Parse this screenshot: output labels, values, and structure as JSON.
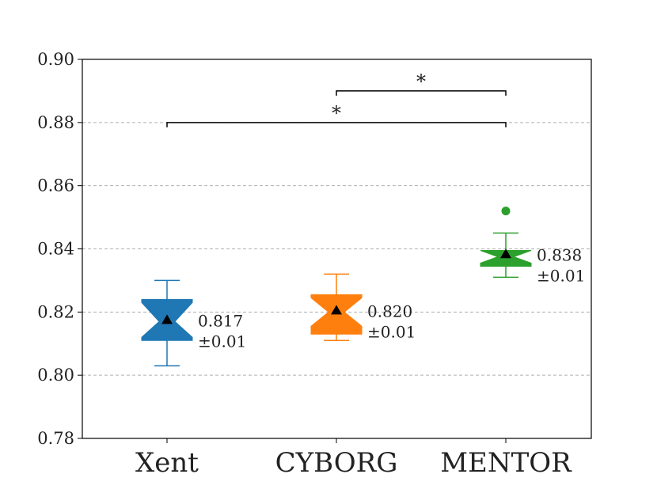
{
  "chart_data": {
    "type": "boxplot",
    "title": "",
    "xlabel": "",
    "ylabel": "",
    "ylim": [
      0.78,
      0.9
    ],
    "yticks": [
      "0.78",
      "0.80",
      "0.82",
      "0.84",
      "0.86",
      "0.88",
      "0.90"
    ],
    "grid": "horizontal dashed",
    "categories": [
      "Xent",
      "CYBORG",
      "MENTOR"
    ],
    "colors": [
      "#1f77b4",
      "#ff7f0e",
      "#2ca02c"
    ],
    "boxes": [
      {
        "name": "Xent",
        "whisker_low": 0.803,
        "q1": 0.811,
        "median": 0.817,
        "q3": 0.824,
        "whisker_high": 0.83,
        "mean": 0.8175,
        "notch_low": 0.812,
        "notch_high": 0.823,
        "outliers": [],
        "label_mean": "0.817",
        "label_std": "±0.01"
      },
      {
        "name": "CYBORG",
        "whisker_low": 0.811,
        "q1": 0.813,
        "median": 0.82,
        "q3": 0.8255,
        "whisker_high": 0.832,
        "mean": 0.8205,
        "notch_low": 0.8155,
        "notch_high": 0.8245,
        "outliers": [],
        "label_mean": "0.820",
        "label_std": "±0.01"
      },
      {
        "name": "MENTOR",
        "whisker_low": 0.831,
        "q1": 0.8345,
        "median": 0.8375,
        "q3": 0.8395,
        "whisker_high": 0.845,
        "mean": 0.8383,
        "notch_low": 0.8355,
        "notch_high": 0.8395,
        "outliers": [
          0.852
        ],
        "label_mean": "0.838",
        "label_std": "±0.01"
      }
    ],
    "significance": [
      {
        "from": "CYBORG",
        "to": "MENTOR",
        "y": 0.89,
        "label": "*"
      },
      {
        "from": "Xent",
        "to": "MENTOR",
        "y": 0.88,
        "label": "*"
      }
    ]
  }
}
